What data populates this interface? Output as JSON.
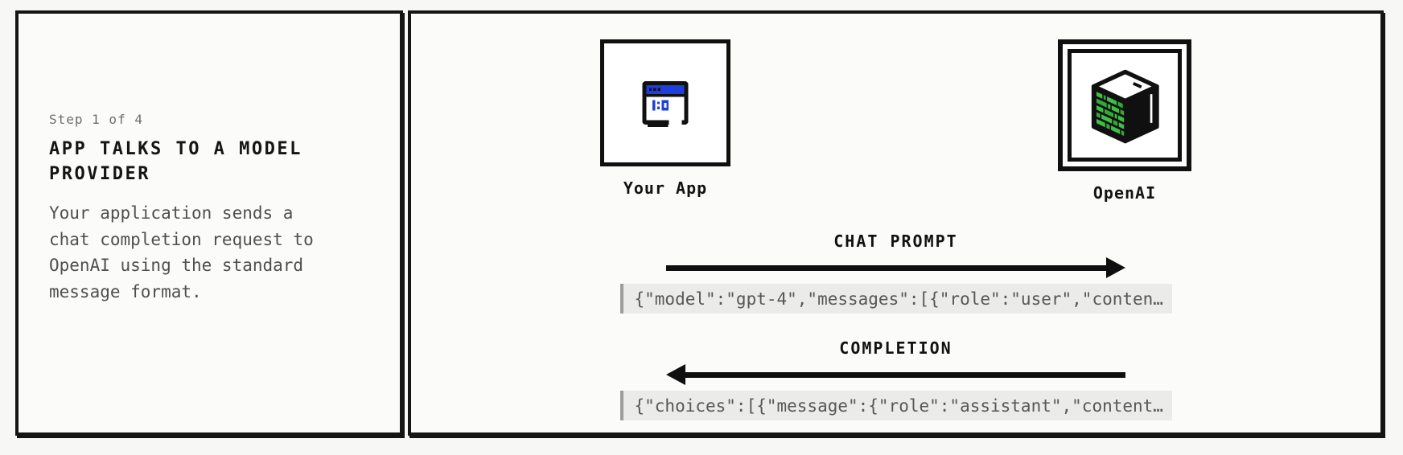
{
  "page": {
    "background": "#f7f7f5",
    "panel_background": "#fbfbf9",
    "border_color": "#151515"
  },
  "left_panel": {
    "step_indicator": "Step 1 of 4",
    "title": "APP TALKS TO A MODEL PROVIDER",
    "description": "Your application sends a chat completion request to OpenAI using the standard message format."
  },
  "diagram": {
    "actors": [
      {
        "label": "Your App",
        "icon": "pixel-window-icon"
      },
      {
        "label": "OpenAI",
        "icon": "pixel-server-icon"
      }
    ],
    "messages": [
      {
        "label": "CHAT PROMPT",
        "direction": "right",
        "payload": "{\"model\":\"gpt-4\",\"messages\":[{\"role\":\"user\",\"conten…"
      },
      {
        "label": "COMPLETION",
        "direction": "left",
        "payload": "{\"choices\":[{\"message\":{\"role\":\"assistant\",\"content…"
      }
    ],
    "colors": {
      "arrow": "#0f0f0f",
      "payload_background": "#ebebe9",
      "payload_left_border": "#9c9c9c",
      "window_blue": "#1e3fe0",
      "server_green": "#3fbf46"
    }
  }
}
